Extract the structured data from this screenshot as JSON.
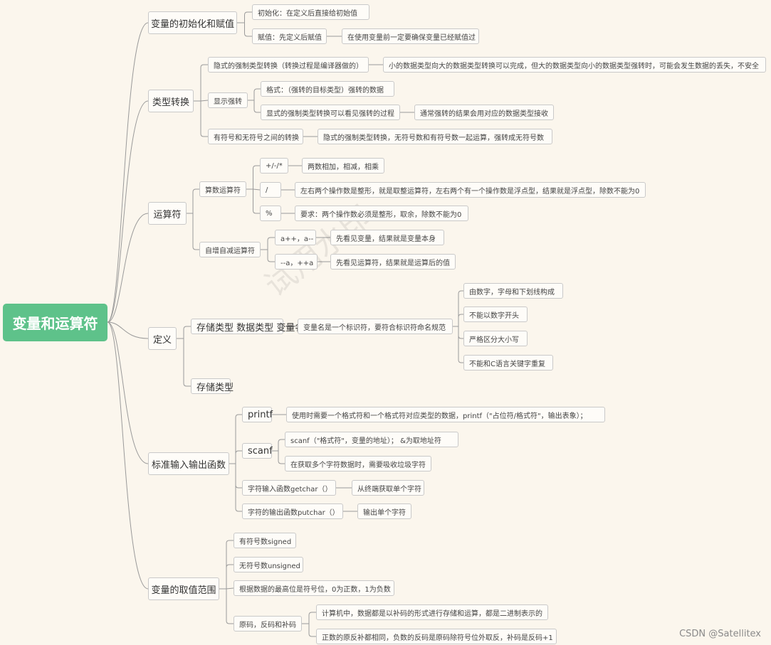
{
  "root": "变量和运算符",
  "watermark": "试用水印",
  "credit": "CSDN @Satellitex",
  "nodes": [
    {
      "id": "init",
      "text": "变量的初始化和赋值"
    },
    {
      "id": "init_1",
      "text": "初始化：在定义后直接给初始值"
    },
    {
      "id": "init_2",
      "text": "赋值：先定义后赋值"
    },
    {
      "id": "init_2a",
      "text": "在使用变量前一定要确保变量已经赋值过"
    },
    {
      "id": "conv",
      "text": "类型转换"
    },
    {
      "id": "conv_1",
      "text": "隐式的强制类型转换（转换过程是编译器做的）"
    },
    {
      "id": "conv_1a",
      "text": "小的数据类型向大的数据类型转换可以完成，但大的数据类型向小的数据类型强转时，可能会发生数据的丢失，不安全"
    },
    {
      "id": "conv_2",
      "text": "显示强转"
    },
    {
      "id": "conv_2a",
      "text": "格式：（强转的目标类型）强转的数据"
    },
    {
      "id": "conv_2b",
      "text": "显式的强制类型转换可以看见强转的过程"
    },
    {
      "id": "conv_2b1",
      "text": "通常强转的结果会用对应的数据类型接收"
    },
    {
      "id": "conv_3",
      "text": "有符号和无符号之间的转换"
    },
    {
      "id": "conv_3a",
      "text": "隐式的强制类型转换，无符号数和有符号数一起运算，强转成无符号数"
    },
    {
      "id": "op",
      "text": "运算符"
    },
    {
      "id": "op_1",
      "text": "算数运算符"
    },
    {
      "id": "op_1a",
      "text": "+/-/*"
    },
    {
      "id": "op_1a1",
      "text": "两数相加，相减，相乘"
    },
    {
      "id": "op_1b",
      "text": "/"
    },
    {
      "id": "op_1b1",
      "text": "左右两个操作数是整形，就是取整运算符，左右两个有一个操作数是浮点型，结果就是浮点型，除数不能为0"
    },
    {
      "id": "op_1c",
      "text": "%"
    },
    {
      "id": "op_1c1",
      "text": "要求：两个操作数必须是整形，取余，除数不能为0"
    },
    {
      "id": "op_2",
      "text": "自增自减运算符"
    },
    {
      "id": "op_2a",
      "text": "a++，a--"
    },
    {
      "id": "op_2a1",
      "text": "先看见变量，结果就是变量本身"
    },
    {
      "id": "op_2b",
      "text": "--a，++a"
    },
    {
      "id": "op_2b1",
      "text": "先看见运算符，结果就是运算后的值"
    },
    {
      "id": "def",
      "text": "定义"
    },
    {
      "id": "def_1",
      "text": "存储类型 数据类型 变量名"
    },
    {
      "id": "def_1a",
      "text": "变量名是一个标识符，要符合标识符命名规范"
    },
    {
      "id": "def_1a1",
      "text": "由数字，字母和下划线构成"
    },
    {
      "id": "def_1a2",
      "text": "不能以数字开头"
    },
    {
      "id": "def_1a3",
      "text": "严格区分大小写"
    },
    {
      "id": "def_1a4",
      "text": "不能和C语言关键字重复"
    },
    {
      "id": "def_2",
      "text": "存储类型"
    },
    {
      "id": "io",
      "text": "标准输入输出函数"
    },
    {
      "id": "io_1",
      "text": "printf"
    },
    {
      "id": "io_1a",
      "text": "使用时需要一个格式符和一个格式符对应类型的数据，printf（\"占位符/格式符\"，输出表象）；"
    },
    {
      "id": "io_2",
      "text": "scanf"
    },
    {
      "id": "io_2a",
      "text": "scanf（\"格式符\"，变量的地址）； &为取地址符"
    },
    {
      "id": "io_2b",
      "text": "在获取多个字符数据时，需要吸收垃圾字符"
    },
    {
      "id": "io_3",
      "text": "字符输入函数getchar（）"
    },
    {
      "id": "io_3a",
      "text": "从终端获取单个字符"
    },
    {
      "id": "io_4",
      "text": "字符的输出函数putchar（）"
    },
    {
      "id": "io_4a",
      "text": "输出单个字符"
    },
    {
      "id": "range",
      "text": "变量的取值范围"
    },
    {
      "id": "range_1",
      "text": "有符号数signed"
    },
    {
      "id": "range_2",
      "text": "无符号数unsigned"
    },
    {
      "id": "range_3",
      "text": "根据数据的最高位是符号位，0为正数，1为负数"
    },
    {
      "id": "range_4",
      "text": "原码，反码和补码"
    },
    {
      "id": "range_4a",
      "text": "计算机中，数据都是以补码的形式进行存储和运算，都是二进制表示的"
    },
    {
      "id": "range_4b",
      "text": "正数的原反补都相同，负数的反码是原码除符号位外取反，补码是反码+1"
    }
  ]
}
